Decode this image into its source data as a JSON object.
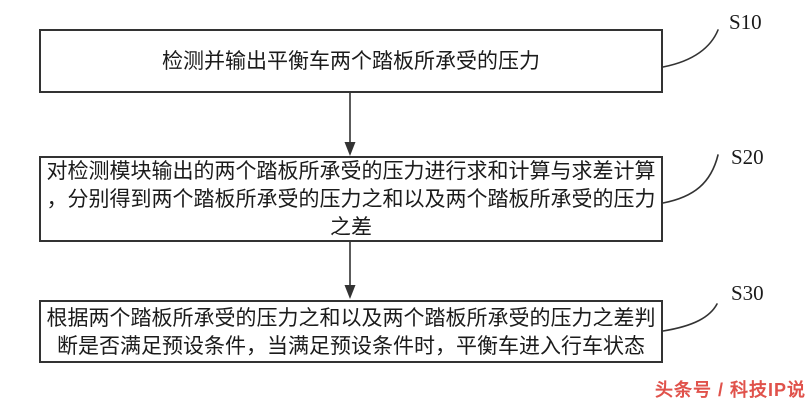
{
  "figure": {
    "background": "#ffffff",
    "line_color": "#333333",
    "steps": [
      {
        "id": "S10",
        "lines": [
          "检测并输出平衡车两个踏板所承受的压力"
        ]
      },
      {
        "id": "S20",
        "lines": [
          "对检测模块输出的两个踏板所承受的压力进行求和计算与求差计算",
          "，分别得到两个踏板所承受的压力之和以及两个踏板所承受的压力",
          "之差"
        ]
      },
      {
        "id": "S30",
        "lines": [
          "根据两个踏板所承受的压力之和以及两个踏板所承受的压力之差判",
          "断是否满足预设条件，当满足预设条件时，平衡车进入行车状态"
        ]
      }
    ],
    "watermark": {
      "text": "头条号 / 科技IP说",
      "color": "#e0524b"
    }
  }
}
